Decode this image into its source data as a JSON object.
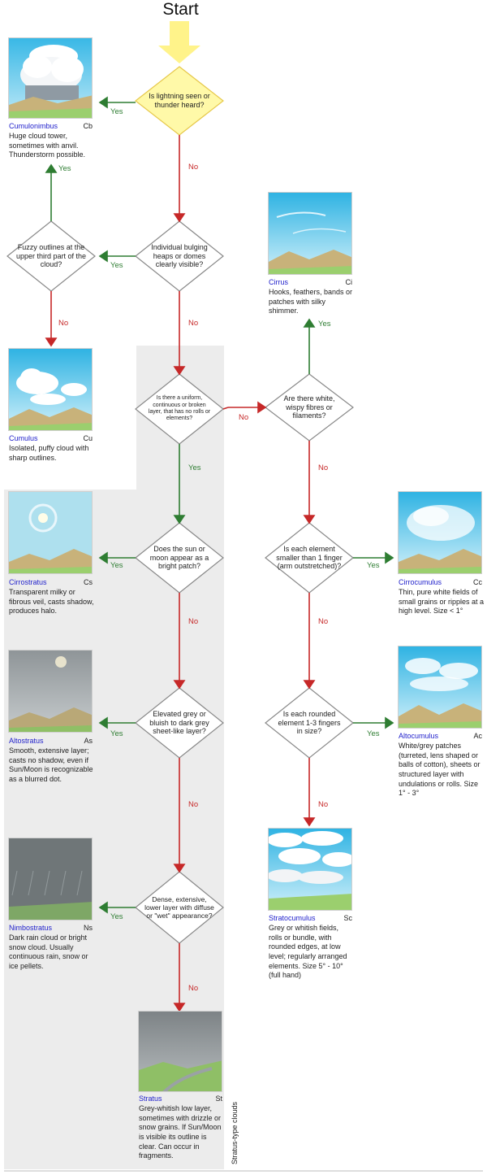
{
  "title": "Start",
  "questions": {
    "q1": "Is lightning seen or thunder heard?",
    "q2": "Individual bulging heaps or domes clearly visible?",
    "q3": "Fuzzy outlines at the upper third part of the cloud?",
    "q4": "Is there a uniform, continuous or broken layer, that has no rolls or elements?",
    "q5": "Are there white, wispy fibres or filaments?",
    "q6": "Does the sun or moon appear as a bright patch?",
    "q7": "Is each element smaller than 1 finger (arm outstretched)?",
    "q8": "Elevated grey or bluish to dark grey sheet-like layer?",
    "q9": "Is each rounded element 1-3 fingers in size?",
    "q10": "Dense, extensive, lower layer with diffuse or \"wet\" appearance?"
  },
  "labels": {
    "yes": "Yes",
    "no": "No"
  },
  "clouds": {
    "cumulonimbus": {
      "name": "Cumulonimbus",
      "abbr": "Cb",
      "desc": "Huge cloud tower, sometimes with anvil. Thunderstorm possible."
    },
    "cirrus": {
      "name": "Cirrus",
      "abbr": "Ci",
      "desc": "Hooks, feathers, bands or patches with silky shimmer."
    },
    "cumulus": {
      "name": "Cumulus",
      "abbr": "Cu",
      "desc": "Isolated, puffy cloud with sharp outlines."
    },
    "cirrostratus": {
      "name": "Cirrostratus",
      "abbr": "Cs",
      "desc": "Transparent milky or fibrous veil, casts shadow, produces halo."
    },
    "cirrocumulus": {
      "name": "Cirrocumulus",
      "abbr": "Cc",
      "desc": "Thin, pure white fields of small grains or ripples at a high level. Size < 1°"
    },
    "altostratus": {
      "name": "Altostratus",
      "abbr": "As",
      "desc": "Smooth, extensive layer; casts no shadow, even if Sun/Moon is recognizable as a blurred dot."
    },
    "altocumulus": {
      "name": "Altocumulus",
      "abbr": "Ac",
      "desc": "White/grey patches (turreted, lens shaped or balls of cotton), sheets or structured layer with undulations or rolls. Size 1° - 3°"
    },
    "nimbostratus": {
      "name": "Nimbostratus",
      "abbr": "Ns",
      "desc": "Dark rain cloud or bright snow cloud. Usually continuous rain, snow or ice pellets."
    },
    "stratocumulus": {
      "name": "Stratocumulus",
      "abbr": "Sc",
      "desc": "Grey or whitish fields, rolls or bundle, with rounded edges, at low level; regularly arranged elements. Size 5° - 10° (full hand)"
    },
    "stratus": {
      "name": "Stratus",
      "abbr": "St",
      "desc": "Grey-whitish low layer, sometimes with drizzle or snow grains. If Sun/Moon is visible its outline is clear. Can occur in fragments."
    }
  },
  "region_label": "Stratus-type clouds"
}
